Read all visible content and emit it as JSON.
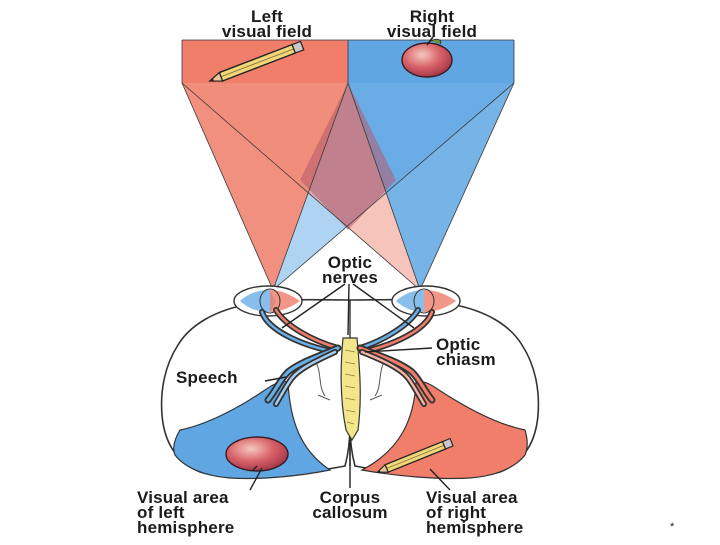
{
  "labels": {
    "left_field": [
      "Left",
      "visual field"
    ],
    "right_field": [
      "Right",
      "visual field"
    ],
    "optic_nerves": [
      "Optic",
      "nerves"
    ],
    "optic_chiasm": [
      "Optic",
      "chiasm"
    ],
    "speech": "Speech",
    "visual_left": [
      "Visual area",
      "of left",
      "hemisphere"
    ],
    "corpus": [
      "Corpus",
      "callosum"
    ],
    "visual_right": [
      "Visual area",
      "of right",
      "hemisphere"
    ],
    "corner_mark": "*"
  },
  "colors": {
    "left_field": "#f0826e",
    "right_field": "#6aaee6",
    "left_light": "#f7b3a4",
    "right_light": "#a9d0f2",
    "overlap": "#b9606f",
    "corpus": "#f4e48a",
    "outline": "#333333"
  }
}
